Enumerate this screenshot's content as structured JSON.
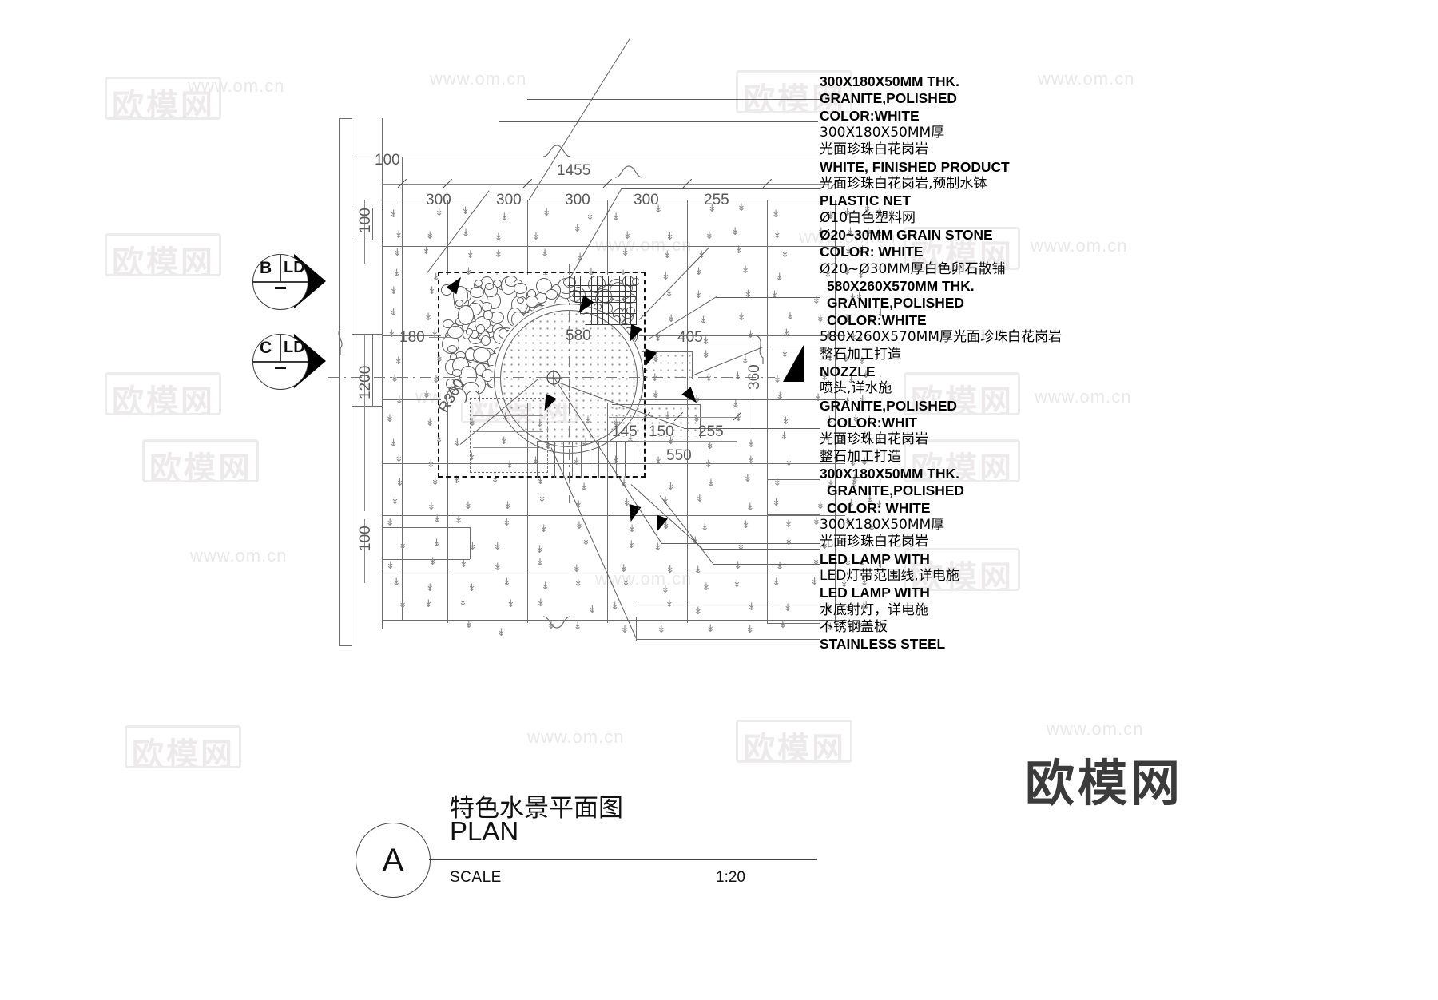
{
  "drawing": {
    "type": "cad-plan",
    "title_cn": "特色水景平面图",
    "title_en": "PLAN",
    "detail_mark": "A",
    "scale_label": "SCALE",
    "scale_value": "1:20"
  },
  "section_markers": [
    {
      "id": "b",
      "letter": "B",
      "sheet": "LD",
      "dash": "-"
    },
    {
      "id": "c",
      "letter": "C",
      "sheet": "LD",
      "dash": "-"
    }
  ],
  "dimensions": {
    "top_left_offset": "100",
    "overall_top": "1455",
    "top_chain": [
      "300",
      "300",
      "300",
      "300",
      "255"
    ],
    "left_top": "100",
    "left_mid": "1200",
    "left_bottom": "100",
    "inner_left": "180",
    "circle_dia": "580",
    "right_offset": "405",
    "right_vert": "360",
    "bottom_chain": [
      "145",
      "150",
      "255"
    ],
    "bottom_overall": "550",
    "radius": "R300"
  },
  "notes": [
    {
      "id": "n1",
      "text": "300X180X50MM THK.",
      "lang": "en"
    },
    {
      "id": "n2",
      "text": "GRANITE,POLISHED",
      "lang": "en"
    },
    {
      "id": "n3",
      "text": "COLOR:WHITE",
      "lang": "en"
    },
    {
      "id": "n4",
      "text": "300X180X50MM厚",
      "lang": "cn"
    },
    {
      "id": "n5",
      "text": "光面珍珠白花岗岩",
      "lang": "cn"
    },
    {
      "id": "n6",
      "text": "WHITE, FINISHED PRODUCT",
      "lang": "en"
    },
    {
      "id": "n7",
      "text": "光面珍珠白花岗岩,预制水钵",
      "lang": "cn"
    },
    {
      "id": "n8",
      "text": "PLASTIC NET",
      "lang": "en"
    },
    {
      "id": "n9",
      "text": "Ø10白色塑料网",
      "lang": "cn"
    },
    {
      "id": "n10",
      "text": "Ø20~30MM GRAIN  STONE",
      "lang": "en"
    },
    {
      "id": "n11",
      "text": "COLOR:  WHITE",
      "lang": "en"
    },
    {
      "id": "n12",
      "text": "Ø20~Ø30MM厚白色卵石散铺",
      "lang": "cn"
    },
    {
      "id": "n13",
      "text": "580X260X570MM THK.",
      "lang": "en",
      "indent": true
    },
    {
      "id": "n14",
      "text": "GRANITE,POLISHED",
      "lang": "en",
      "indent": true
    },
    {
      "id": "n15",
      "text": "COLOR:WHITE",
      "lang": "en",
      "indent": true
    },
    {
      "id": "n16",
      "text": "580X260X570MM厚光面珍珠白花岗岩",
      "lang": "cn"
    },
    {
      "id": "n17",
      "text": "整石加工打造",
      "lang": "cn"
    },
    {
      "id": "n18",
      "text": "NOZZLE",
      "lang": "en"
    },
    {
      "id": "n19",
      "text": "喷头,详水施",
      "lang": "cn"
    },
    {
      "id": "n20",
      "text": "GRANITE,POLISHED",
      "lang": "en"
    },
    {
      "id": "n21",
      "text": "COLOR:WHIT",
      "lang": "en",
      "indent": true
    },
    {
      "id": "n22",
      "text": "光面珍珠白花岗岩",
      "lang": "cn"
    },
    {
      "id": "n23",
      "text": "整石加工打造",
      "lang": "cn"
    },
    {
      "id": "n24",
      "text": "300X180X50MM THK.",
      "lang": "en"
    },
    {
      "id": "n25",
      "text": "GRANITE,POLISHED",
      "lang": "en",
      "indent": true
    },
    {
      "id": "n26",
      "text": "COLOR: WHITE",
      "lang": "en",
      "indent": true
    },
    {
      "id": "n27",
      "text": "300X180X50MM厚",
      "lang": "cn"
    },
    {
      "id": "n28",
      "text": "光面珍珠白花岗岩",
      "lang": "cn"
    },
    {
      "id": "n29",
      "text": "LED LAMP WITH",
      "lang": "en"
    },
    {
      "id": "n30",
      "text": "LED灯带范围线,详电施",
      "lang": "cn"
    },
    {
      "id": "n31",
      "text": "LED LAMP WITH",
      "lang": "en"
    },
    {
      "id": "n32",
      "text": "水底射灯，详电施",
      "lang": "cn"
    },
    {
      "id": "n33",
      "text": "不锈钢盖板",
      "lang": "cn"
    },
    {
      "id": "n34",
      "text": "STAINLESS STEEL",
      "lang": "en"
    }
  ],
  "watermarks": {
    "url": "www.om.cn",
    "cn": "欧模网",
    "brand": "欧模网"
  },
  "colors": {
    "line": "#6f6f6f",
    "bold_line": "#1b1b1b",
    "text": "#000000",
    "dim_text": "#5a5a5a",
    "watermark": "#ececec"
  }
}
